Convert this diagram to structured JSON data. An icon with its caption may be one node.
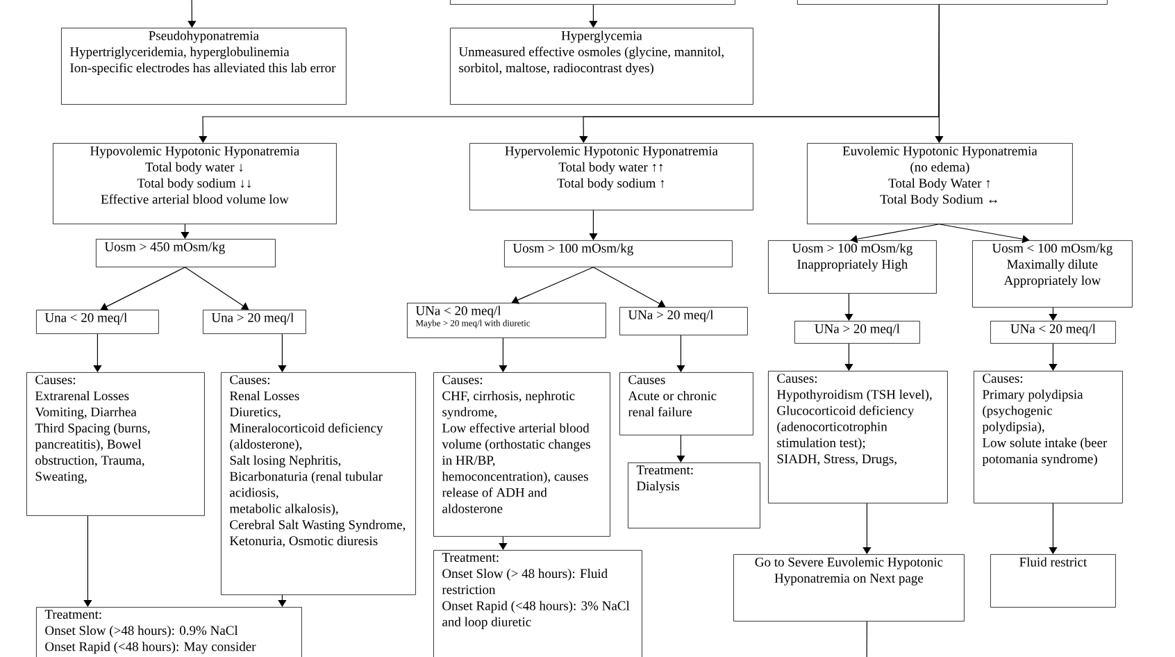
{
  "diagram": {
    "nodes": [
      {
        "text": [],
        "shape": "box"
      },
      {
        "text": [],
        "shape": "box"
      },
      {
        "text": [
          "Pseudohyponatremia",
          "Hypertriglyceridemia, hyperglobulinemia",
          "Ion-specific electrodes has alleviated this lab error"
        ]
      },
      {
        "text": [
          "Hyperglycemia",
          "Unmeasured effective osmoles (glycine, mannitol, sorbitol, maltose,  radiocontrast dyes)"
        ]
      },
      {
        "text": [
          "Hypovolemic Hypotonic Hyponatremia",
          "Total body water ↓",
          "Total body sodium ↓↓",
          "Effective arterial blood volume low"
        ]
      },
      {
        "text": [
          "Hypervolemic Hypotonic Hyponatremia",
          "Total body water ↑↑",
          "Total body sodium ↑"
        ]
      },
      {
        "text": [
          "Euvolemic Hypotonic Hyponatremia",
          "(no edema)",
          "Total Body Water ↑",
          "Total Body Sodium ↔"
        ]
      },
      {
        "text": [
          "Uosm > 450 mOsm/kg"
        ]
      },
      {
        "text": [
          "Una < 20 meq/l"
        ]
      },
      {
        "text": [
          "Una > 20 meq/l"
        ]
      },
      {
        "text": [
          "Causes:",
          "Extrarenal Losses",
          "Vomiting, Diarrhea",
          "Third Spacing (burns, pancreatitis), Bowel obstruction, Trauma, Sweating,"
        ]
      },
      {
        "text": [
          "Causes:",
          "Renal Losses",
          "Diuretics,",
          "Mineralocorticoid deficiency (aldosterone),",
          "Salt losing Nephritis,",
          "Bicarbonaturia (renal tubular acidiosis,",
          "metabolic alkalosis),",
          "Cerebral Salt Wasting Syndrome,",
          "Ketonuria, Osmotic diuresis"
        ]
      },
      {
        "text": [
          "Treatment:",
          "Onset Slow (>48 hours): 0.9% NaCl",
          "Onset Rapid (<48 hours): May consider"
        ]
      },
      {
        "text": [
          "Uosm > 100 mOsm/kg"
        ]
      },
      {
        "text": [
          "UNa < 20 meq/l",
          "Maybe > 20 meq/l with diuretic"
        ]
      },
      {
        "text": [
          "UNa > 20 meq/l"
        ]
      },
      {
        "text": [
          "Causes:",
          "CHF, cirrhosis, nephrotic syndrome,",
          "Low effective arterial blood volume (orthostatic changes in HR/BP, hemoconcentration), causes release of ADH and aldosterone"
        ]
      },
      {
        "text": [
          "Causes",
          "Acute or chronic renal failure"
        ]
      },
      {
        "text": [
          "Treatment:",
          "Dialysis"
        ]
      },
      {
        "text": [
          "Treatment:",
          "Onset Slow (> 48 hours): Fluid restriction",
          "Onset Rapid (<48 hours): 3% NaCl and loop diuretic"
        ]
      },
      {
        "text": [
          "Uosm > 100 mOsm/kg",
          "Inappropriately High"
        ]
      },
      {
        "text": [
          "Uosm < 100 mOsm/kg",
          "Maximally dilute",
          "Appropriately low"
        ]
      },
      {
        "text": [
          "UNa > 20 meq/l"
        ]
      },
      {
        "text": [
          "UNa < 20 meq/l"
        ]
      },
      {
        "text": [
          "Causes:",
          "Hypothyroidism (TSH level), Glucocorticoid deficiency (adenocorticotrophin stimulation test);",
          "SIADH, Stress, Drugs,"
        ]
      },
      {
        "text": [
          "Causes:",
          "Primary polydipsia (psychogenic polydipsia),",
          "Low solute intake (beer potomania syndrome)"
        ]
      },
      {
        "text": [
          "Go to Severe Euvolemic Hypotonic Hyponatremia on Next page"
        ]
      },
      {
        "text": [
          "Fluid restrict"
        ]
      }
    ],
    "edges": [
      {
        "from": null,
        "to": 2,
        "arrow": "to"
      },
      {
        "from": 0,
        "to": 3,
        "arrow": "to"
      },
      {
        "from": 1,
        "to": 4,
        "arrow": "to"
      },
      {
        "from": 1,
        "to": 5,
        "arrow": "to"
      },
      {
        "from": 1,
        "to": 6,
        "arrow": "to"
      },
      {
        "from": 4,
        "to": 7,
        "arrow": "to"
      },
      {
        "from": 7,
        "to": 8,
        "arrow": "to"
      },
      {
        "from": 7,
        "to": 9,
        "arrow": "to"
      },
      {
        "from": 8,
        "to": 10,
        "arrow": "to"
      },
      {
        "from": 9,
        "to": 11,
        "arrow": "to"
      },
      {
        "from": 10,
        "to": 12,
        "arrow": "to"
      },
      {
        "from": 11,
        "to": 12,
        "arrow": "to"
      },
      {
        "from": 5,
        "to": 13,
        "arrow": "to"
      },
      {
        "from": 13,
        "to": 14,
        "arrow": "to"
      },
      {
        "from": 13,
        "to": 15,
        "arrow": "to"
      },
      {
        "from": 14,
        "to": 16,
        "arrow": "to"
      },
      {
        "from": 15,
        "to": 17,
        "arrow": "to"
      },
      {
        "from": 17,
        "to": 18,
        "arrow": "to"
      },
      {
        "from": 16,
        "to": 19,
        "arrow": "to"
      },
      {
        "from": 6,
        "to": 20,
        "arrow": "to"
      },
      {
        "from": 6,
        "to": 21,
        "arrow": "to"
      },
      {
        "from": 20,
        "to": 22,
        "arrow": "to"
      },
      {
        "from": 21,
        "to": 23,
        "arrow": "to"
      },
      {
        "from": 22,
        "to": 24,
        "arrow": "to"
      },
      {
        "from": 23,
        "to": 25,
        "arrow": "to"
      },
      {
        "from": 24,
        "to": 26,
        "arrow": "to"
      },
      {
        "from": 25,
        "to": 27,
        "arrow": "to"
      },
      {
        "from": 26,
        "to": null,
        "arrow": "none"
      }
    ]
  }
}
